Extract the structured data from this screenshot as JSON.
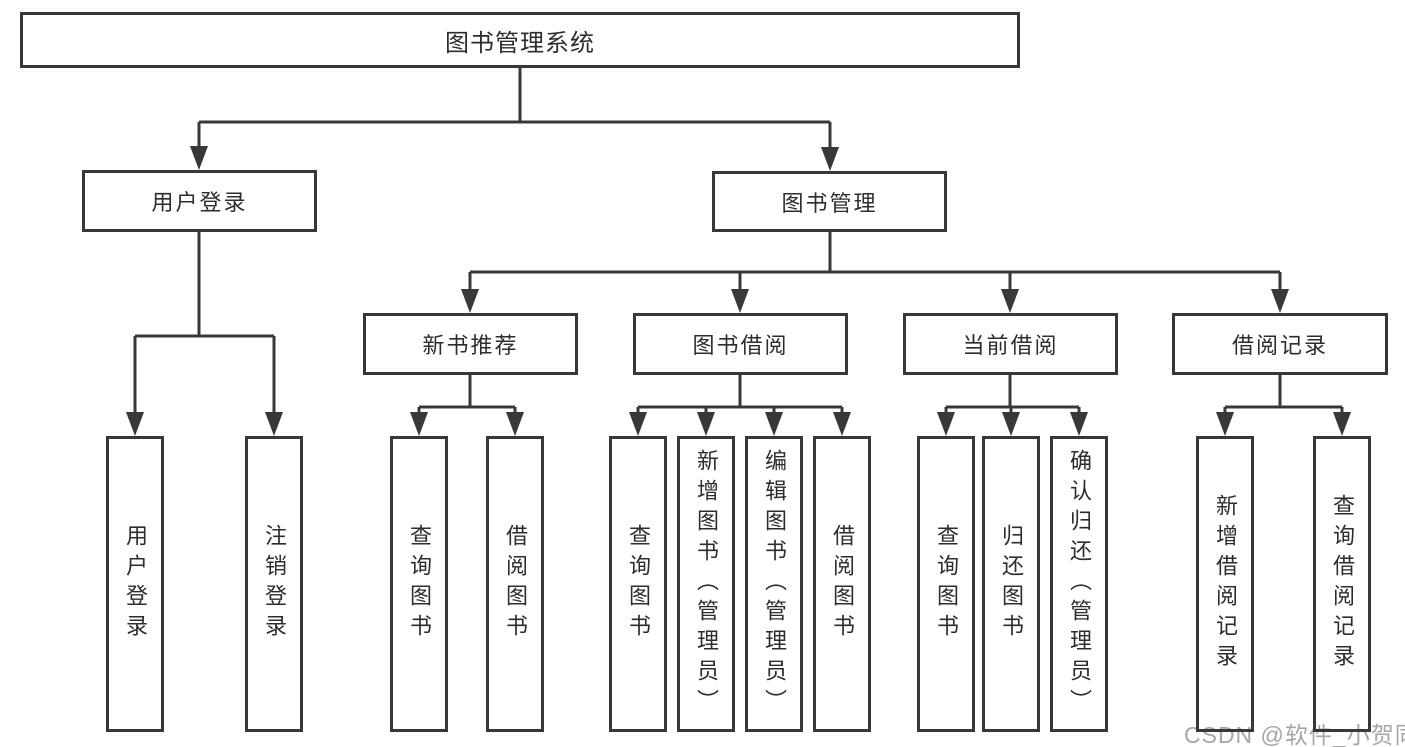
{
  "diagram": {
    "title": "图书管理系统",
    "level2": {
      "user_login": "用户登录",
      "book_mgmt": "图书管理"
    },
    "level3": {
      "new_book_rec": "新书推荐",
      "book_borrow": "图书借阅",
      "current_borrow": "当前借阅",
      "borrow_record": "借阅记录"
    },
    "leaves": {
      "user_login_1": "用户登录",
      "user_login_2": "注销登录",
      "new_book_1": "查询图书",
      "new_book_2": "借阅图书",
      "borrow_1": "查询图书",
      "borrow_2": "新增图书（管理员）",
      "borrow_3": "编辑图书（管理员）",
      "borrow_4": "借阅图书",
      "current_1": "查询图书",
      "current_2": "归还图书",
      "current_3": "确认归还（管理员）",
      "record_1": "新增借阅记录",
      "record_2": "查询借阅记录"
    }
  },
  "watermark": "CSDN @软件_小贺同学",
  "colors": {
    "line": "#383838",
    "text": "#2d2d2d",
    "watermark": "#a6a6a6",
    "background": "#ffffff"
  }
}
